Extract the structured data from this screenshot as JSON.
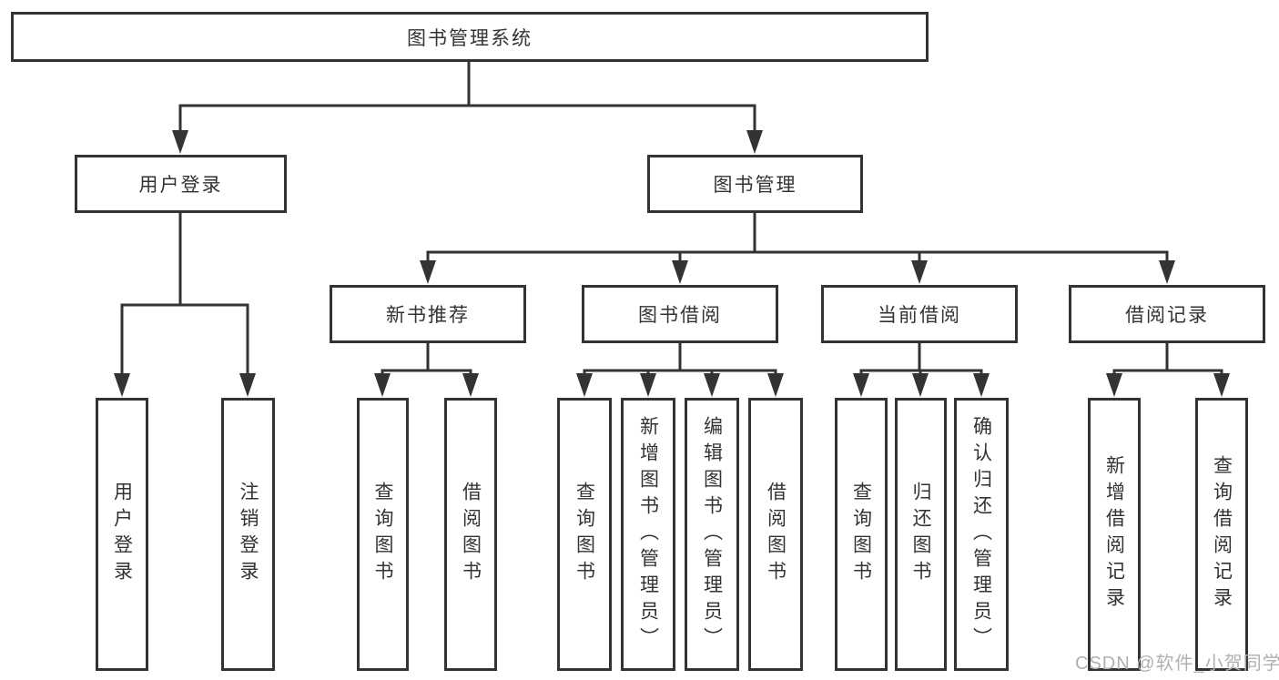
{
  "diagram": {
    "root": {
      "label": "图书管理系统"
    },
    "level2": {
      "user_login": {
        "label": "用户登录"
      },
      "book_management": {
        "label": "图书管理"
      }
    },
    "level3": {
      "new_book_recommend": {
        "label": "新书推荐"
      },
      "book_borrowing": {
        "label": "图书借阅"
      },
      "current_borrowing": {
        "label": "当前借阅"
      },
      "borrowing_records": {
        "label": "借阅记录"
      }
    },
    "leaves": {
      "user_login": [
        "用户登录",
        "注销登录"
      ],
      "new_book_recommend": [
        "查询图书",
        "借阅图书"
      ],
      "book_borrowing": [
        "查询图书",
        "新增图书（管理员）",
        "编辑图书（管理员）",
        "借阅图书"
      ],
      "current_borrowing": [
        "查询图书",
        "归还图书",
        "确认归还（管理员）"
      ],
      "borrowing_records": [
        "新增借阅记录",
        "查询借阅记录"
      ]
    }
  },
  "watermark": "CSDN @软件_小贺同学",
  "colors": {
    "line": "#333333",
    "text": "#333333",
    "watermark": "#b0b0b0",
    "background": "#ffffff"
  }
}
